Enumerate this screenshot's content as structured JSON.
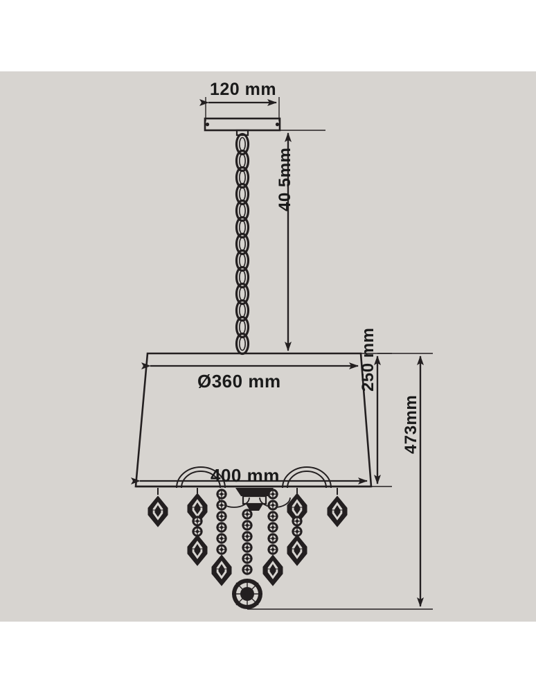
{
  "drawing": {
    "title": "Chandelier dimension drawing",
    "subject": "pendant-chandelier-with-shade-and-crystals",
    "background_color": "#d7d4d0",
    "page_color": "#ffffff",
    "line_color": "#231f20"
  },
  "dimensions": {
    "canopy_width": "120 mm",
    "chain_drop": "40 5mm",
    "shade_top_diameter": "Ø360 mm",
    "shade_bottom_width": "400 mm",
    "shade_height": "250 mm",
    "total_height": "473mm"
  },
  "parts": {
    "ceiling_plate": "ceiling-canopy",
    "chain": "suspension-chain",
    "shade": "tapered-drum-shade",
    "crystals": "crystal-droplet-strands",
    "finial": "center-finial-ball"
  }
}
